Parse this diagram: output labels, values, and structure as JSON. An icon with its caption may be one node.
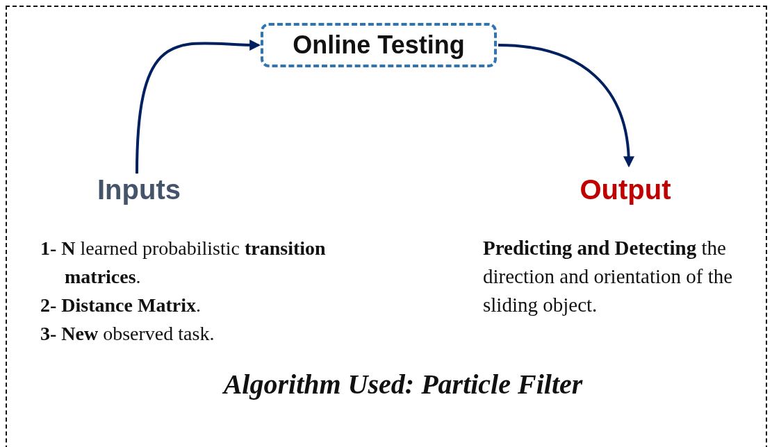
{
  "diagram": {
    "nodes": [
      {
        "text": [
          "Online Testing"
        ]
      },
      {
        "text": [
          "Inputs"
        ]
      },
      {
        "text": [
          "Output"
        ]
      }
    ],
    "edges": [
      {
        "from": 1,
        "to": 0,
        "arrow": "to"
      },
      {
        "from": 0,
        "to": 2,
        "arrow": "to"
      }
    ],
    "labels": [
      "**1- N** learned probabilistic **transition matrices**.",
      "**2- Distance Matrix**.",
      "**3- New** observed task.",
      "**Predicting and Detecting** the direction and orientation of the sliding object.",
      "Algorithm Used: Particle Filter"
    ]
  }
}
